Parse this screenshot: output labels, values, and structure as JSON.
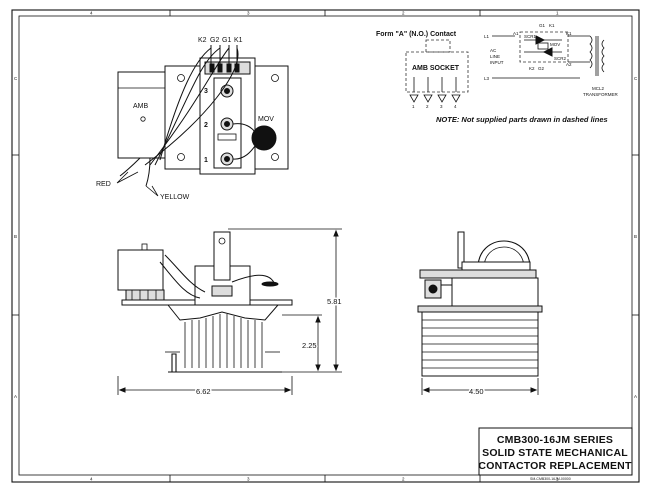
{
  "border": {
    "zones_top": [
      "4",
      "3",
      "2",
      "1"
    ],
    "zones_side": [
      "C",
      "B",
      "A"
    ]
  },
  "top_view": {
    "terminals_top": [
      "K2",
      "G2",
      "G1",
      "K1"
    ],
    "block_label": "AMB",
    "terminal_numbers": [
      "3",
      "2",
      "1"
    ],
    "mov_label": "MOV",
    "callout_red": "RED",
    "callout_yellow": "YELLOW"
  },
  "form_a": {
    "title": "Form \"A\" (N.O.) Contact",
    "socket_label": "AMB SOCKET",
    "pins": [
      "1",
      "2",
      "3",
      "4"
    ]
  },
  "schematic": {
    "top_labels": [
      "G1",
      "K1"
    ],
    "left_terminals": [
      "L1",
      "L3"
    ],
    "line_input": [
      "AC",
      "LINE",
      "INPUT"
    ],
    "a1": "A1",
    "a2": "A2",
    "k1": "K1",
    "scr1": "SCR1",
    "scr2": "SCR2",
    "mov": "MOV",
    "gate2": [
      "K2",
      "G2"
    ],
    "transformer": [
      "MCL2",
      "TRANSFORMER"
    ]
  },
  "note": "NOTE: Not supplied parts drawn in dashed lines",
  "side_view": {
    "dim_width": "6.62",
    "dim_height": "5.81",
    "dim_base": "2.25"
  },
  "end_view": {
    "dim_width": "4.50"
  },
  "title_block": [
    "CMB300-16JM SERIES",
    "SOLID STATE MECHANICAL",
    "CONTACTOR REPLACEMENT"
  ],
  "drawing_number": "SM-CMB300-16JM-00000"
}
